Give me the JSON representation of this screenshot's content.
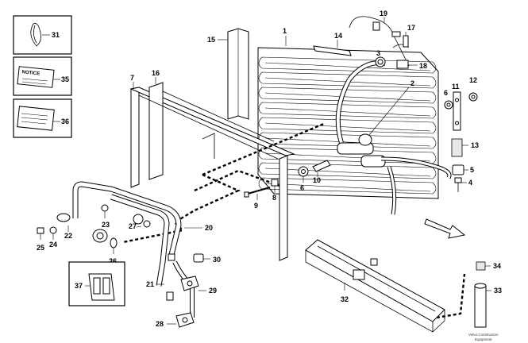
{
  "diagram": {
    "part_numbers": {
      "p1": "1",
      "p2": "2",
      "p3": "3",
      "p4": "4",
      "p5": "5",
      "p6a": "6",
      "p6b": "6",
      "p7": "7",
      "p8": "8",
      "p9": "9",
      "p10": "10",
      "p11": "11",
      "p12": "12",
      "p13": "13",
      "p14": "14",
      "p15": "15",
      "p16": "16",
      "p17": "17",
      "p18": "18",
      "p19": "19",
      "p20": "20",
      "p21": "21",
      "p22": "22",
      "p23": "23",
      "p24": "24",
      "p25": "25",
      "p26": "26",
      "p27": "27",
      "p28": "28",
      "p29": "29",
      "p30": "30",
      "p31": "31",
      "p32": "32",
      "p33": "33",
      "p34": "34",
      "p35": "35",
      "p36": "36",
      "p37": "37"
    },
    "notice_label": "NOTICE",
    "footer": {
      "line1": "Volvo Construction",
      "line2": "Equipment"
    }
  }
}
